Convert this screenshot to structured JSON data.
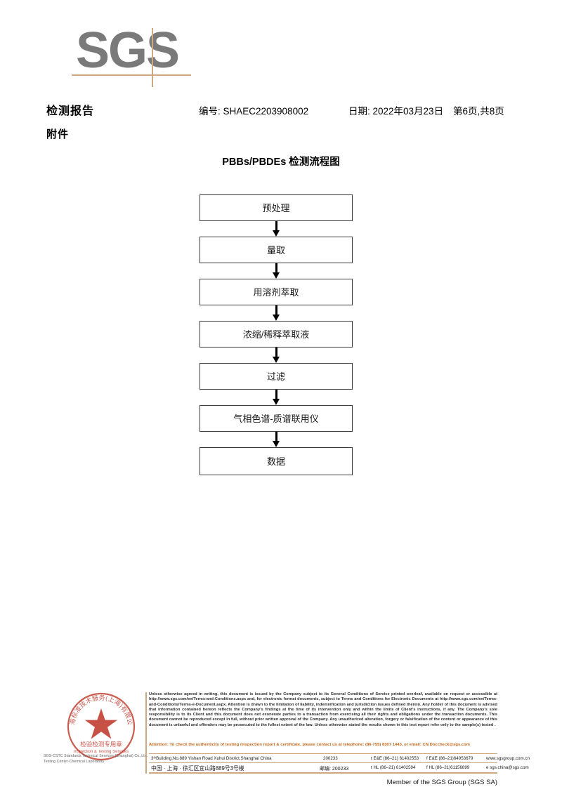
{
  "logo": {
    "text": "SGS",
    "rule_color": "#cda883",
    "wordmark_color": "#7a7a7a"
  },
  "header": {
    "doc_title": "检测报告",
    "report_no": "编号: SHAEC2203908002",
    "date": "日期: 2022年03月23日",
    "page_count": "第6页,共8页",
    "attachment_label": "附件"
  },
  "flowchart": {
    "title": "PBBs/PBDEs 检测流程图",
    "nodes": [
      {
        "label": "预处理"
      },
      {
        "label": "量取"
      },
      {
        "label": "用溶剂萃取"
      },
      {
        "label": "浓缩/稀释萃取液"
      },
      {
        "label": "过滤"
      },
      {
        "label": "气相色谱-质谱联用仪"
      },
      {
        "label": "数据"
      }
    ]
  },
  "stamp": {
    "outer_text": "上海标准技术服务(上海)有限公司",
    "line1": "检验检测专用章",
    "line2": "Inspection & Testing Services",
    "color": "#c0392b",
    "company_line1": "SGS-CSTC Standards Technical Services (Shanghai) Co.,Ltd.",
    "company_line2": "Testing Center-Chemical Laboratory"
  },
  "footer": {
    "legal": "Unless otherwise agreed in writing, this document is issued by the Company subject to its General Conditions of Service printed overleaf, available on request or accessible at http://www.sgs.com/en/Terms-and-Conditions.aspx and, for electronic format documents, subject to Terms and Conditions for Electronic Documents at http://www.sgs.com/en/Terms-and-Conditions/Terms-e-Document.aspx. Attention is drawn to the limitation of liability, indemnification and jurisdiction issues defined therein. Any holder of this document is advised that information contained hereon reflects the Company's findings at the time of its intervention only and within the limits of Client's instructions, if any. The Company's sole responsibility is to its Client and this document does not exonerate parties to a transaction from exercising all their rights and obligations under the transaction documents. This document cannot be reproduced except in full, without prior written approval of the Company. Any unauthorized alteration, forgery or falsification of the content or appearance of this document is unlawful and offenders may be prosecuted to the fullest extent of the law. Unless otherwise stated the results shown in this test report refer only to the sample(s) tested .",
    "attention": "Attention: To check the authenticity of testing /inspection report & certificate, please contact us at telephone: (86-755) 8307 1443, or email: CN.Doccheck@sgs.com",
    "attention_color": "#c1651a",
    "address_en": {
      "street": "3ᵗʰBuilding,No.889 Yishan Road Xuhui District,Shanghai China",
      "postcode": "200233",
      "tel1": "t E&E (86–21) 61402553",
      "tel2": "f E&E (86–21)64953679",
      "web": "www.sgsgroup.com.cn"
    },
    "address_cn": {
      "street": "中国 · 上海 · 徐汇区宜山路889号3号楼",
      "postcode": "邮编: 200233",
      "tel1": "t HL (86–21) 61402594",
      "tel2": "f HL (86–21)61156899",
      "web": "e sgs.china@sgs.com"
    },
    "member_line": "Member of the SGS Group (SGS SA)"
  }
}
